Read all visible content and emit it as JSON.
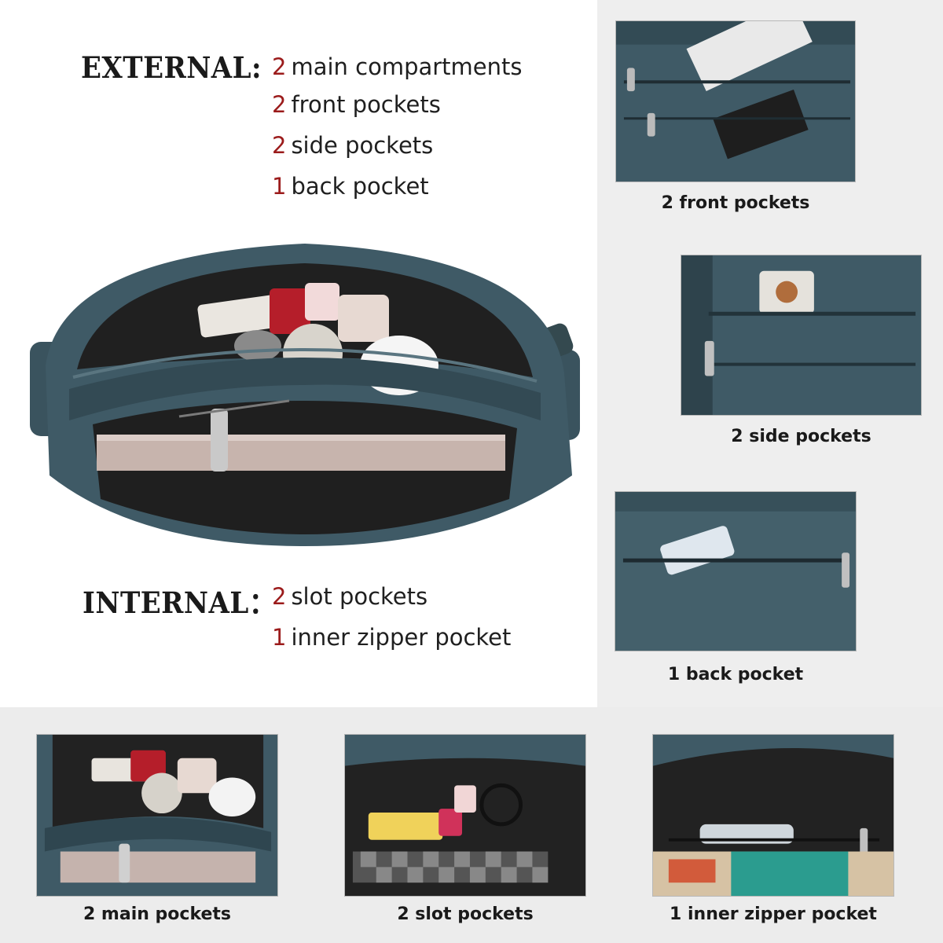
{
  "external": {
    "heading": "EXTERNAL:",
    "items": [
      {
        "num": "2",
        "label": "main compartments"
      },
      {
        "num": "2",
        "label": "front pockets"
      },
      {
        "num": "2",
        "label": "side pockets"
      },
      {
        "num": "1",
        "label": "back pocket"
      }
    ]
  },
  "internal": {
    "heading": "INTERNAL：",
    "items": [
      {
        "num": "2",
        "label": "slot pockets"
      },
      {
        "num": "1",
        "label": "inner zipper pocket"
      }
    ]
  },
  "side_photos": [
    {
      "caption": "2 front pockets"
    },
    {
      "caption": "2 side pockets"
    },
    {
      "caption": "1 back pocket"
    }
  ],
  "bottom_photos": [
    {
      "caption": "2 main pockets"
    },
    {
      "caption": "2 slot pockets"
    },
    {
      "caption": "1 inner zipper pocket"
    }
  ],
  "colors": {
    "leather": "#3f5a66",
    "leather_dark": "#2c4049",
    "lining": "#222222",
    "number_accent": "#9b1b1b"
  }
}
